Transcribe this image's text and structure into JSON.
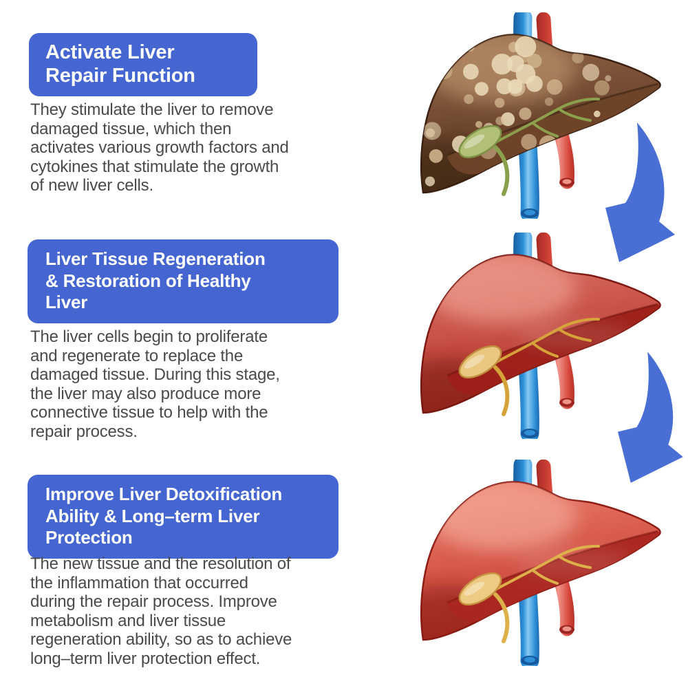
{
  "colors": {
    "header_box_blue": "#4565d0",
    "header_text": "#ffffff",
    "body_text": "#4a4a4a",
    "arrow_blue": "#4a6fd4",
    "background": "#ffffff"
  },
  "sections": [
    {
      "heading": "Activate Liver\nRepair Function",
      "body": "They stimulate the liver to remove\ndamaged tissue, which then\nactivates various growth factors and\ncytokines that stimulate the growth\nof new liver cells."
    },
    {
      "heading": "Liver Tissue Regeneration\n& Restoration of Healthy\nLiver",
      "body": "The liver cells begin to proliferate\nand regenerate to replace the\ndamaged tissue. During this stage,\nthe liver may also produce more\nconnective tissue to help with the\nrepair process."
    },
    {
      "heading": "Improve Liver Detoxification\nAbility & Long–term Liver\nProtection",
      "body": "The new tissue and the resolution of\nthe inflammation that occurred\nduring the repair process. Improve\nmetabolism and liver tissue\nregeneration ability, so as to achieve\nlong–term liver protection effect."
    }
  ],
  "illustrations": {
    "arrow_icon": "curved-down-arrow-icon",
    "vessels": {
      "vein": [
        "#155a9e",
        "#2e8fd8",
        "#85c8f2"
      ],
      "artery": [
        "#9e2620",
        "#d6453a",
        "#f0958a"
      ]
    },
    "stages": [
      {
        "icon": "damaged-liver-icon",
        "palette": {
          "base_top": "#96684a",
          "base_bottom": "#53301c",
          "edge": "#3c2112",
          "lobe": "#6e4429",
          "light": "#c29b72",
          "dark": "#35200f",
          "nodule": "#d5bb93",
          "nodule_light": "#ecdcba",
          "gb": "#b2c077",
          "gb_dark": "#7c9146",
          "duct": "#8aa04c"
        }
      },
      {
        "icon": "healing-liver-icon",
        "palette": {
          "base_top": "#e0766a",
          "base_bottom": "#b02c23",
          "edge": "#7e1812",
          "lobe": "#9c2019",
          "light": "#f0a898",
          "dark": "#6e120e",
          "gb": "#e9c77e",
          "gb_dark": "#c08f3e",
          "duct": "#d6a23a"
        }
      },
      {
        "icon": "healthy-liver-icon",
        "palette": {
          "base_top": "#ee8270",
          "base_bottom": "#c0332a",
          "edge": "#8e1d15",
          "lobe": "#aa2820",
          "light": "#f6b3a0",
          "dark": "#7c150f",
          "gb": "#eecb82",
          "gb_dark": "#c6923f",
          "duct": "#ddb04a"
        }
      }
    ]
  }
}
